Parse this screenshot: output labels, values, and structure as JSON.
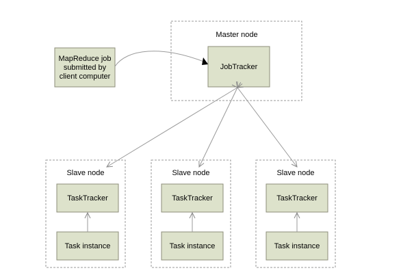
{
  "colors": {
    "node_fill": "#dde2cb",
    "node_border": "#8c8c7a",
    "group_border": "#9a9a9a",
    "connector": "#9a9a9a",
    "arrowhead": "#000000"
  },
  "client": {
    "lines": [
      "MapReduce job",
      "submitted by",
      "client computer"
    ]
  },
  "master": {
    "group_label": "Master node",
    "node_label": "JobTracker"
  },
  "slaves": [
    {
      "group_label": "Slave node",
      "tracker_label": "TaskTracker",
      "instance_label": "Task instance"
    },
    {
      "group_label": "Slave node",
      "tracker_label": "TaskTracker",
      "instance_label": "Task instance"
    },
    {
      "group_label": "Slave node",
      "tracker_label": "TaskTracker",
      "instance_label": "Task instance"
    }
  ]
}
